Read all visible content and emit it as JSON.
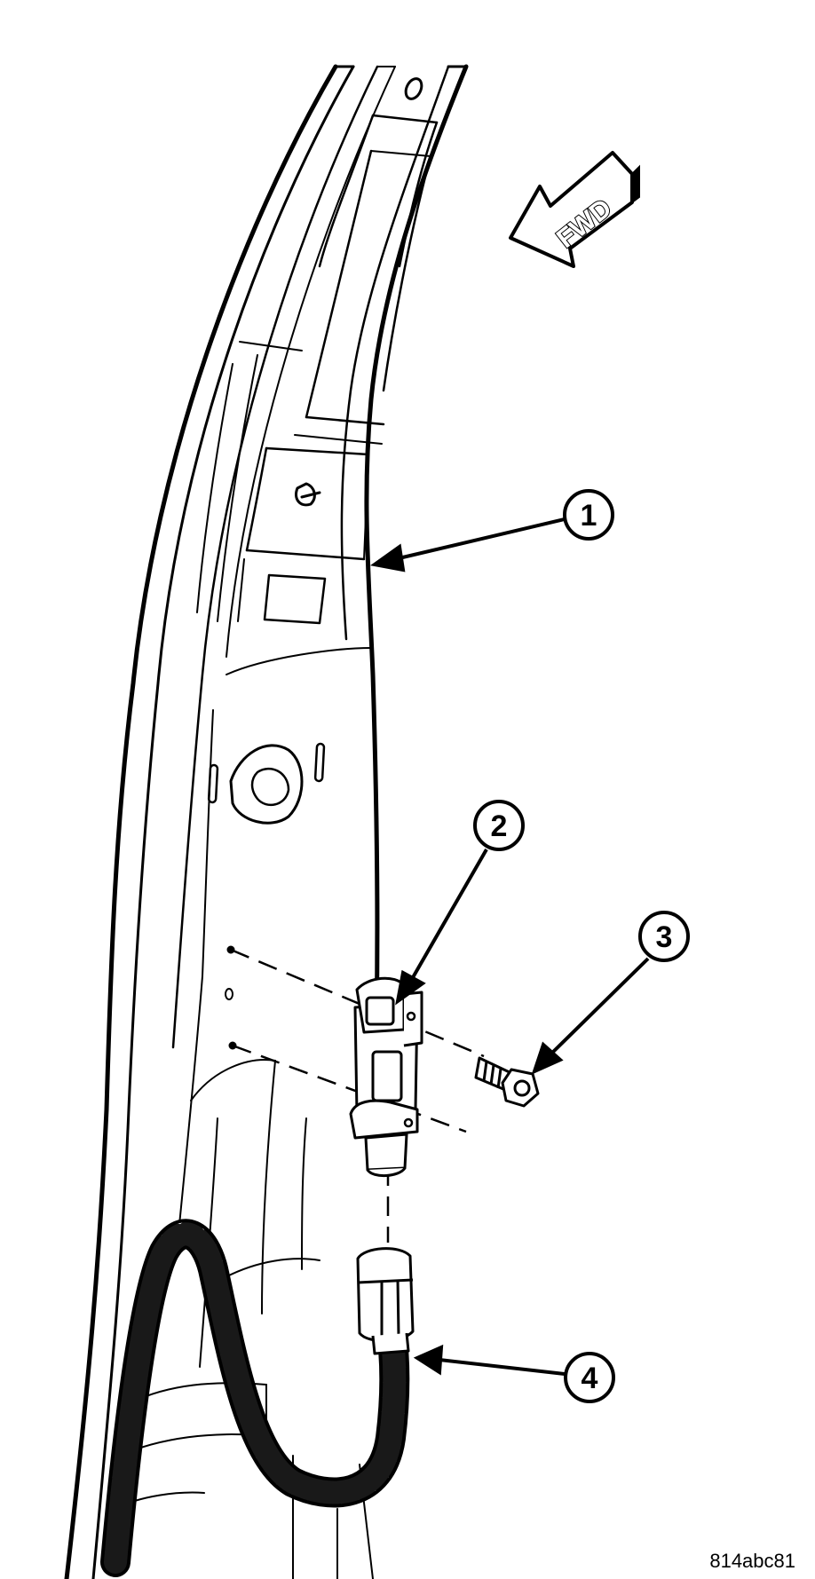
{
  "direction_indicator": {
    "label": "FWD"
  },
  "callouts": [
    {
      "number": "1"
    },
    {
      "number": "2"
    },
    {
      "number": "3"
    },
    {
      "number": "4"
    }
  ],
  "figure_code": "814abc81",
  "colors": {
    "line": "#000000",
    "background": "#ffffff"
  }
}
